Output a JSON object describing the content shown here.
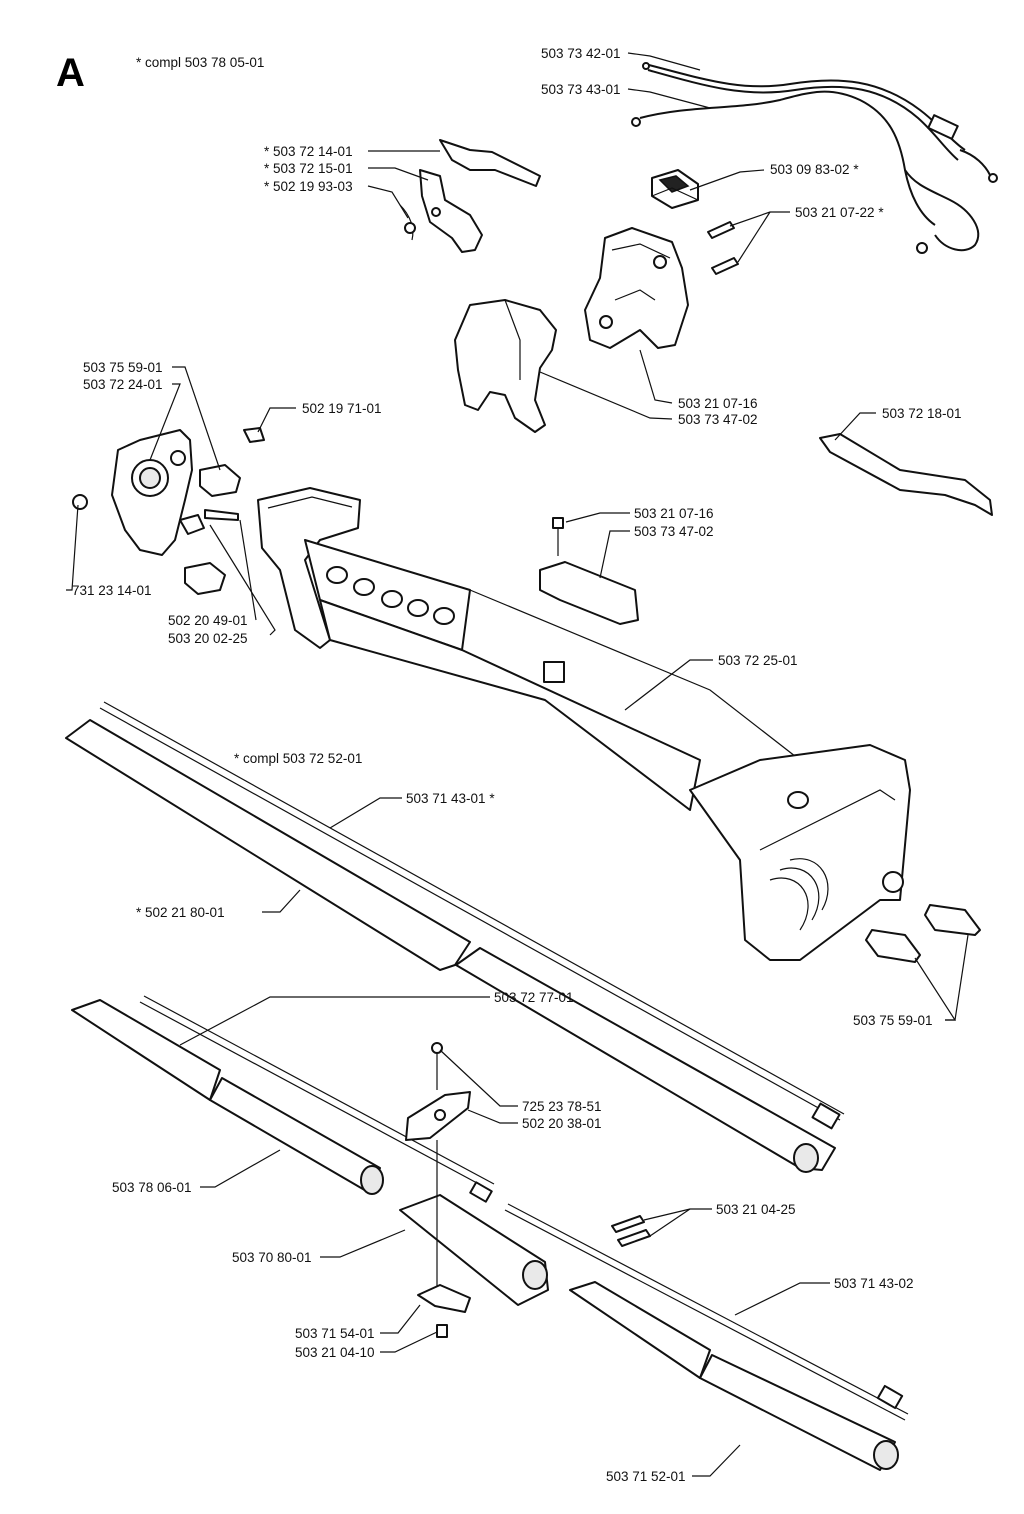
{
  "diagram": {
    "section_letter": "A",
    "notes": [
      "*  compl 503 78 05-01",
      "*  compl 503 72 52-01"
    ],
    "parts": [
      {
        "id": "p1",
        "label": "503 73 42-01"
      },
      {
        "id": "p2",
        "label": "503 73 43-01"
      },
      {
        "id": "p3",
        "label": "*  503 72 14-01"
      },
      {
        "id": "p4",
        "label": "*  503 72 15-01"
      },
      {
        "id": "p5",
        "label": "*  502 19 93-03"
      },
      {
        "id": "p6",
        "label": "503 09 83-02  *"
      },
      {
        "id": "p7",
        "label": "503 21 07-22  *"
      },
      {
        "id": "p8",
        "label": "503 75 59-01"
      },
      {
        "id": "p9",
        "label": "503 72 24-01"
      },
      {
        "id": "p10",
        "label": "502 19 71-01"
      },
      {
        "id": "p11",
        "label": "503 21 07-16"
      },
      {
        "id": "p12",
        "label": "503 73 47-02"
      },
      {
        "id": "p13",
        "label": "503 72 18-01"
      },
      {
        "id": "p14",
        "label": "503 21 07-16"
      },
      {
        "id": "p15",
        "label": "503 73 47-02"
      },
      {
        "id": "p16",
        "label": "731 23 14-01"
      },
      {
        "id": "p17",
        "label": "502 20 49-01"
      },
      {
        "id": "p18",
        "label": "503 20 02-25"
      },
      {
        "id": "p19",
        "label": "503 72 25-01"
      },
      {
        "id": "p20",
        "label": "503 71 43-01  *"
      },
      {
        "id": "p21",
        "label": "*  502 21 80-01"
      },
      {
        "id": "p22",
        "label": "503 75 59-01"
      },
      {
        "id": "p23",
        "label": "503 72 77-01"
      },
      {
        "id": "p24",
        "label": "725 23 78-51"
      },
      {
        "id": "p25",
        "label": "502 20 38-01"
      },
      {
        "id": "p26",
        "label": "503 78 06-01"
      },
      {
        "id": "p27",
        "label": "503 21 04-25"
      },
      {
        "id": "p28",
        "label": "503 70 80-01"
      },
      {
        "id": "p29",
        "label": "503 71 43-02"
      },
      {
        "id": "p30",
        "label": "503 71 54-01"
      },
      {
        "id": "p31",
        "label": "503 21 04-10"
      },
      {
        "id": "p32",
        "label": "503 71 52-01"
      }
    ]
  }
}
